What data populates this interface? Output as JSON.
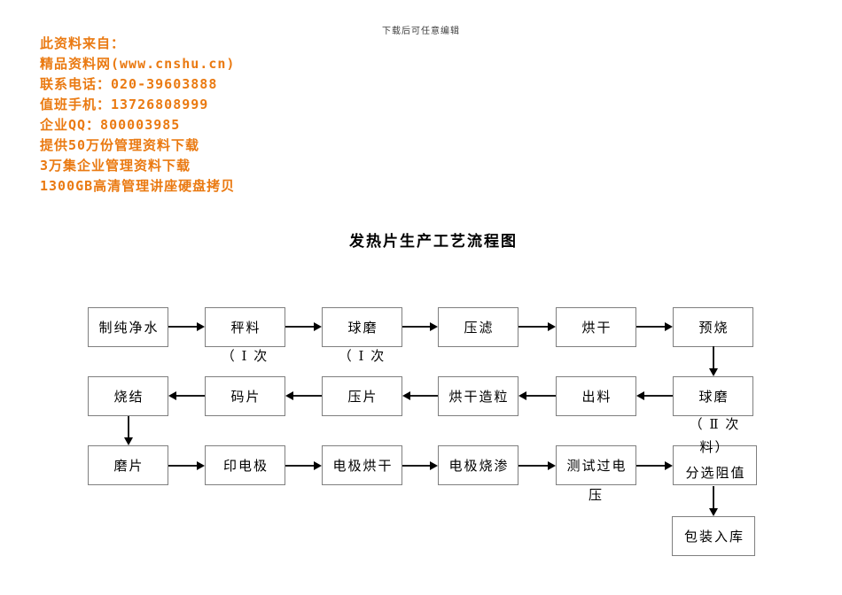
{
  "page": {
    "header_note": "下载后可任意编辑",
    "title": "发热片生产工艺流程图",
    "promo_lines": [
      "此资料来自：",
      "精品资料网(www.cnshu.cn)",
      "联系电话：020-39603888",
      "值班手机：13726808999",
      "企业QQ：800003985",
      "提供50万份管理资料下载",
      "3万集企业管理资料下载",
      "1300GB高清管理讲座硬盘拷贝"
    ]
  },
  "colors": {
    "promo_text": "#EA7A12",
    "box_border": "#7F7F7F",
    "arrow": "#000000"
  },
  "flowchart": {
    "rows": [
      {
        "direction": "right",
        "nodes": [
          "制纯净水",
          "秤料",
          "球磨",
          "压滤",
          "烘干",
          "预烧"
        ]
      },
      {
        "direction": "left",
        "nodes": [
          "烧结",
          "码片",
          "压片",
          "烘干造粒",
          "出料",
          "球磨"
        ]
      },
      {
        "direction": "right",
        "nodes": [
          "磨片",
          "印电极",
          "电极烘干",
          "电极烧渗",
          "测试过电",
          "分选阻值"
        ]
      }
    ],
    "final_node": "包装入库",
    "annotations": [
      "（ Ⅰ 次",
      "（ Ⅰ 次",
      "（ Ⅱ 次",
      "料）",
      "压"
    ]
  }
}
